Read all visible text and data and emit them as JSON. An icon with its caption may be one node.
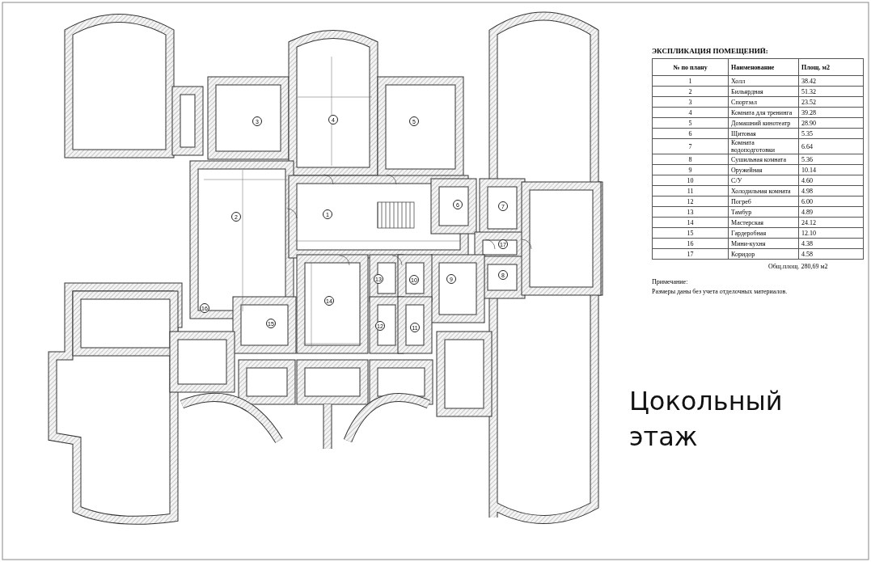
{
  "diagram": {
    "title": "Цокольный этаж",
    "nodes": [
      {
        "text": [
          "1"
        ]
      },
      {
        "text": [
          "2"
        ]
      },
      {
        "text": [
          "3"
        ]
      },
      {
        "text": [
          "4"
        ]
      },
      {
        "text": [
          "5"
        ]
      },
      {
        "text": [
          "6"
        ]
      },
      {
        "text": [
          "7"
        ]
      },
      {
        "text": [
          "8"
        ]
      },
      {
        "text": [
          "9"
        ]
      },
      {
        "text": [
          "10"
        ]
      },
      {
        "text": [
          "11"
        ]
      },
      {
        "text": [
          "12"
        ]
      },
      {
        "text": [
          "13"
        ]
      },
      {
        "text": [
          "14"
        ]
      },
      {
        "text": [
          "15"
        ]
      },
      {
        "text": [
          "16"
        ]
      },
      {
        "text": [
          "17"
        ]
      }
    ],
    "labels": [
      "ЭКСПЛИКАЦИЯ ПОМЕЩЕНИЙ:",
      "№ по плану",
      "Наименование",
      "Площ. м2",
      "1",
      "Холл",
      "38.42",
      "2",
      "Бильярдная",
      "51.32",
      "3",
      "Спортзал",
      "23.52",
      "4",
      "Комната для тренинга",
      "39.28",
      "5",
      "Домашний кинотеатр",
      "28.90",
      "6",
      "Щитовая",
      "5.35",
      "7",
      "Комната водоподготовки",
      "6.64",
      "8",
      "Сушильная комната",
      "5.36",
      "9",
      "Оружейная",
      "10.14",
      "10",
      "С/У",
      "4.60",
      "11",
      "Холодильная комната",
      "4.98",
      "12",
      "Погреб",
      "6.00",
      "13",
      "Тамбур",
      "4.89",
      "14",
      "Мастерская",
      "24.12",
      "15",
      "Гардеробная",
      "12.10",
      "16",
      "Мини-кухня",
      "4.38",
      "17",
      "Коридор",
      "4.58",
      "Общ.площ. 280,69 м2",
      "Примечание:",
      "Размеры даны без учета отделочных материалов."
    ]
  }
}
